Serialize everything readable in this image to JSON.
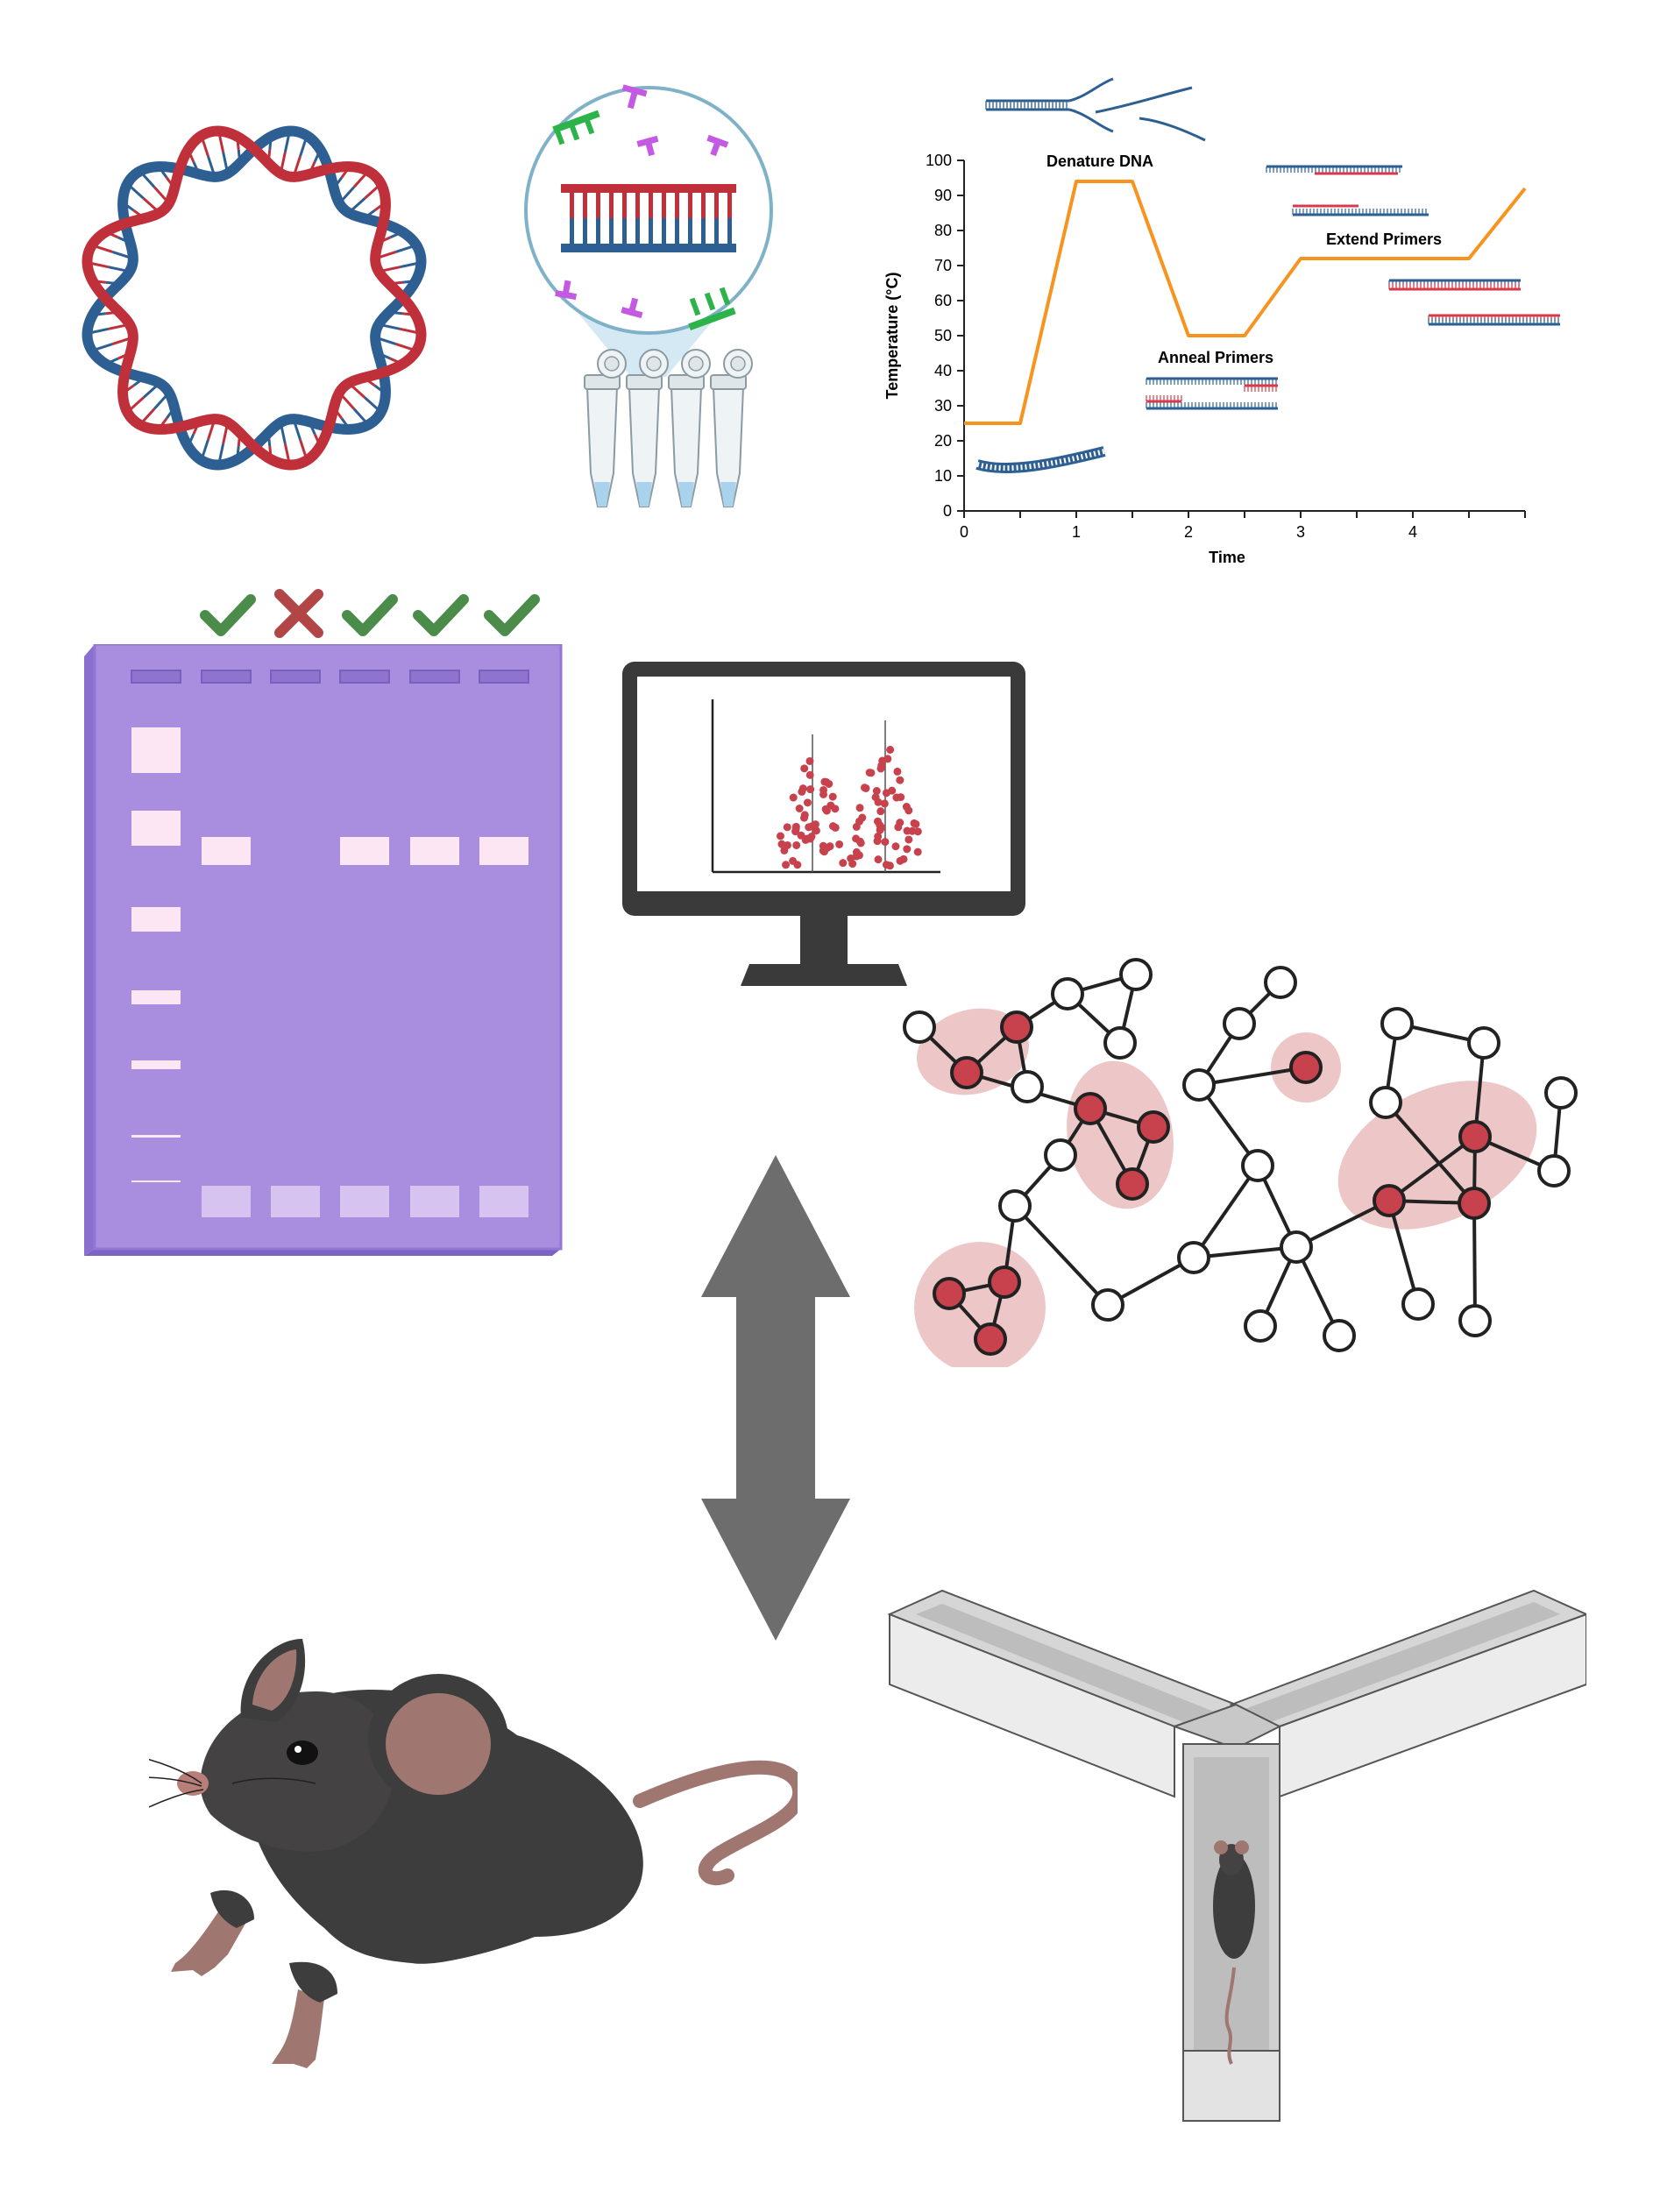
{
  "pcr_chart": {
    "type": "line",
    "ylabel": "Temperature (°C)",
    "xlabel": "Time",
    "xlim": [
      0,
      5
    ],
    "ylim": [
      0,
      100
    ],
    "x_ticks": [
      "0",
      "1",
      "2",
      "3",
      "4"
    ],
    "y_ticks": [
      "0",
      "10",
      "20",
      "30",
      "40",
      "50",
      "60",
      "70",
      "80",
      "90",
      "100"
    ],
    "annotations": {
      "denature": "Denature DNA",
      "anneal": "Anneal Primers",
      "extend": "Extend Primers"
    },
    "line_color": "#f7931e"
  },
  "chart_data": {
    "type": "line",
    "title": "",
    "xlabel": "Time",
    "ylabel": "Temperature (°C)",
    "xlim": [
      0,
      5
    ],
    "ylim": [
      0,
      100
    ],
    "x": [
      0,
      0.5,
      1,
      1.5,
      2,
      2.5,
      3,
      4.5,
      5
    ],
    "values": [
      25,
      25,
      94,
      94,
      50,
      50,
      72,
      72,
      92
    ],
    "grid": false
  },
  "gel": {
    "lane_results": [
      "pass",
      "fail",
      "pass",
      "pass",
      "pass"
    ],
    "ladder_bands": 7,
    "lanes_with_band": [
      true,
      false,
      true,
      true,
      true
    ],
    "colors": {
      "gel": "#a98ee0",
      "band": "#fde6f3",
      "check": "#4c8c4a",
      "cross": "#b24545"
    }
  },
  "icons": {
    "plasmid": "plasmid-dna-icon",
    "reaction": "pcr-reaction-icon",
    "tubes": "pcr-tubes-icon",
    "monitor": "monitor-icon",
    "network": "network-graph-icon",
    "arrow": "double-arrow-icon",
    "mouse": "mouse-icon",
    "maze": "y-maze-icon"
  }
}
